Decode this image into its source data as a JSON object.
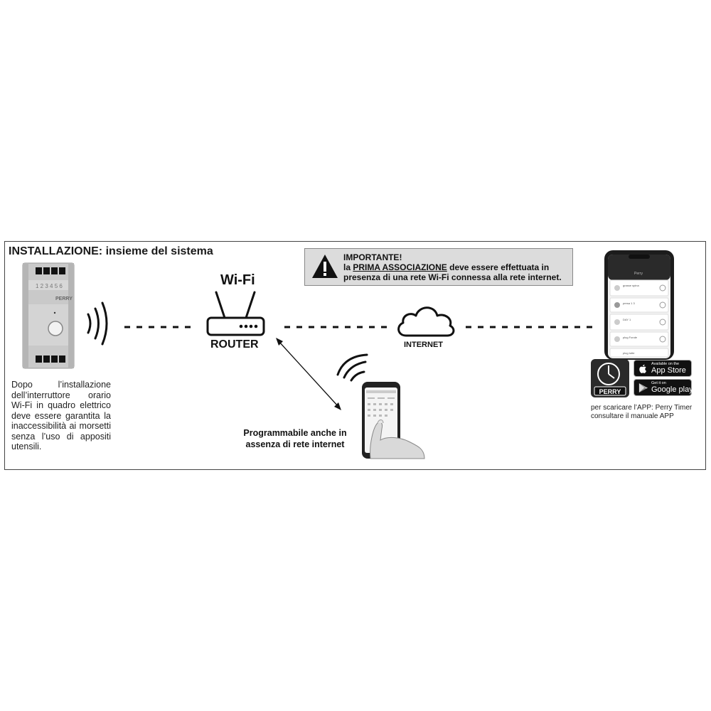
{
  "title": "INSTALLAZIONE: insieme del sistema",
  "install_text": "Dopo l’installazione dell’interruttore orario Wi-Fi in quadro elettrico deve essere garantita la inaccessibilità ai morsetti senza l’uso di appositi utensili.",
  "device": {
    "brand": "PERRY",
    "terminals": "1 2 3 4 5 6"
  },
  "wifi_label": "Wi-Fi",
  "router_label": "ROUTER",
  "internet_label": "INTERNET",
  "important": {
    "heading": "IMPORTANTE!",
    "line1_prefix": "la ",
    "line1_underlined": "PRIMA ASSOCIAZIONE",
    "line1_suffix": " deve essere effettuata in",
    "line2": "presenza di una rete Wi-Fi connessa alla rete internet."
  },
  "programmable_text": "Programmabile anche in assenza di rete internet",
  "app": {
    "logo_text": "PERRY",
    "text_line1": "per scaricare l’APP: Perry Timer",
    "text_line2": "consultare il manuale APP",
    "app_store_small": "Available on the",
    "app_store_big": "App Store",
    "google_small": "Get it on",
    "google_big": "Google play"
  },
  "phone_screen": {
    "header": "Perry",
    "rows": [
      "grasse spina",
      "presa 1 3",
      "DAY 1",
      "plug Fonde",
      "plug tutte"
    ]
  },
  "colors": {
    "border": "#444444",
    "important_bg": "#dcdcdc",
    "text": "#111111"
  }
}
